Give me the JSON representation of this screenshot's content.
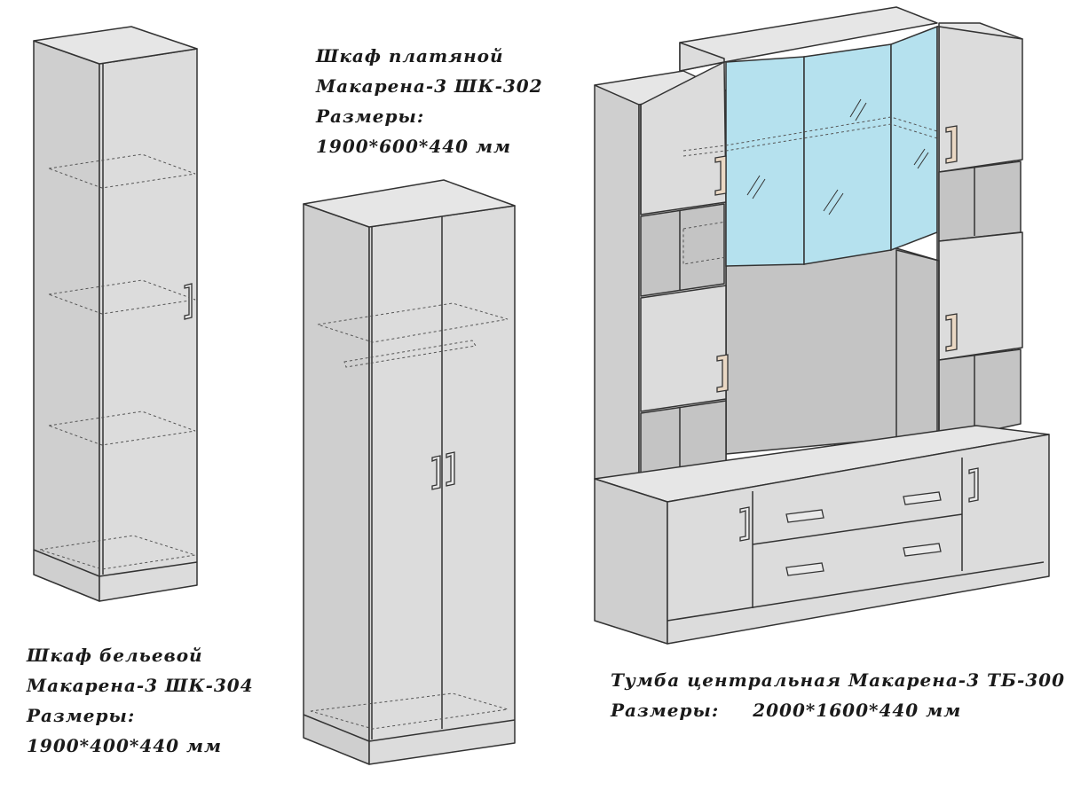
{
  "items": {
    "wardrobe_304": {
      "line1": "Шкаф бельевой",
      "line2": "Макарена-3 ШК-304",
      "line3": "Размеры:",
      "line4": "1900*400*440 мм"
    },
    "wardrobe_302": {
      "line1": "Шкаф платяной",
      "line2": "Макарена-3 ШК-302",
      "line3": "Размеры:",
      "line4": "1900*600*440 мм"
    },
    "cabinet_tb300": {
      "line1": "Тумба центральная Макарена-3 ТБ-300",
      "sizes_label": "Размеры:",
      "sizes_value": "2000*1600*440 мм"
    }
  },
  "colors": {
    "panel": "#dcdcdc",
    "glass": "#b5e1ee",
    "outline": "#333333",
    "handle_accent": "#ead8c4"
  }
}
